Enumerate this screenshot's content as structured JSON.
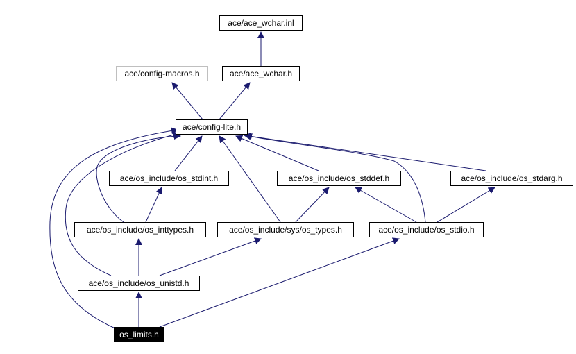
{
  "colors": {
    "edge": "#1a1a6e",
    "node_border": "#000000",
    "muted_border": "#bfbfbf",
    "current_fill": "#000000",
    "current_text": "#ffffff"
  },
  "nodes": {
    "ace_wchar_inl": "ace/ace_wchar.inl",
    "config_macros": "ace/config-macros.h",
    "ace_wchar_h": "ace/ace_wchar.h",
    "config_lite": "ace/config-lite.h",
    "os_stdint": "ace/os_include/os_stdint.h",
    "os_stddef": "ace/os_include/os_stddef.h",
    "os_stdarg": "ace/os_include/os_stdarg.h",
    "os_inttypes": "ace/os_include/os_inttypes.h",
    "sys_os_types": "ace/os_include/sys/os_types.h",
    "os_stdio": "ace/os_include/os_stdio.h",
    "os_unistd": "ace/os_include/os_unistd.h",
    "os_limits": "os_limits.h"
  }
}
